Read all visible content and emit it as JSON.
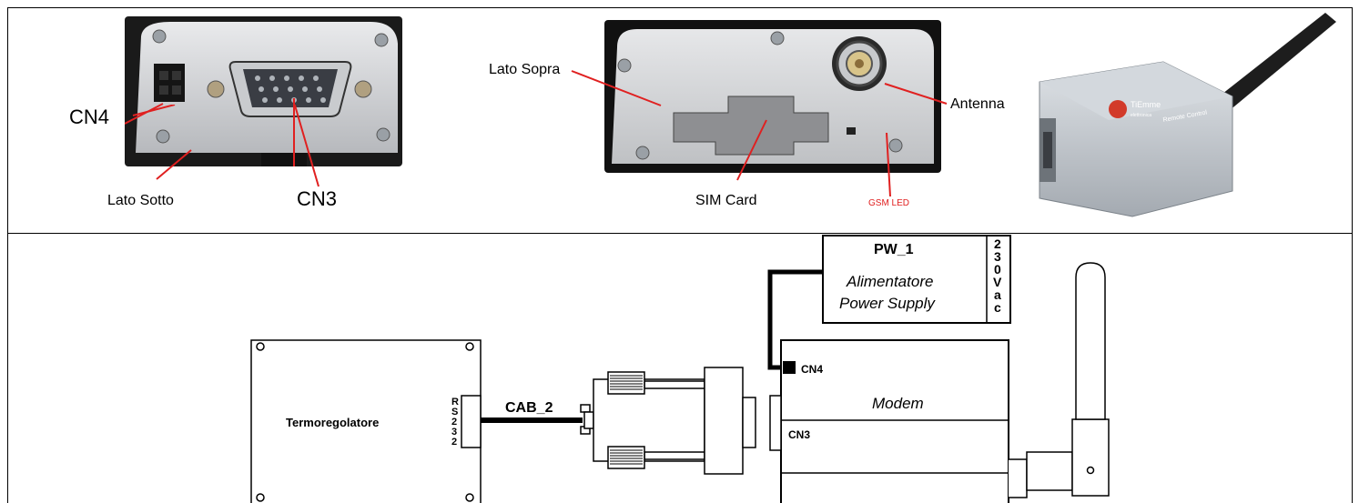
{
  "photos": {
    "bottom_side": {
      "label_cn4": "CN4",
      "label_cn3": "CN3",
      "label_side": "Lato Sotto"
    },
    "top_side": {
      "label_side": "Lato Sopra",
      "label_antenna": "Antenna",
      "label_sim": "SIM Card",
      "label_led": "GSM LED"
    },
    "device": {
      "brand": "TiEmme",
      "brand_sub": "elettronica",
      "product_label": "Remote Control"
    }
  },
  "diagram": {
    "power": {
      "title": "PW_1",
      "line1": "Alimentatore",
      "line2": "Power Supply",
      "voltage_chars": [
        "2",
        "3",
        "0",
        "V",
        "a",
        "c"
      ]
    },
    "controller": {
      "title": "Termoregolatore",
      "port_chars": [
        "R",
        "S",
        "2",
        "3",
        "2"
      ]
    },
    "cable": {
      "label": "CAB_2"
    },
    "modem": {
      "title": "Modem",
      "cn4": "CN4",
      "cn3": "CN3"
    }
  },
  "colors": {
    "annotation_arrow": "#e02020",
    "led_label": "#e02020",
    "device_body": "#b9bec4",
    "panel_dark": "#1c1c1c"
  }
}
